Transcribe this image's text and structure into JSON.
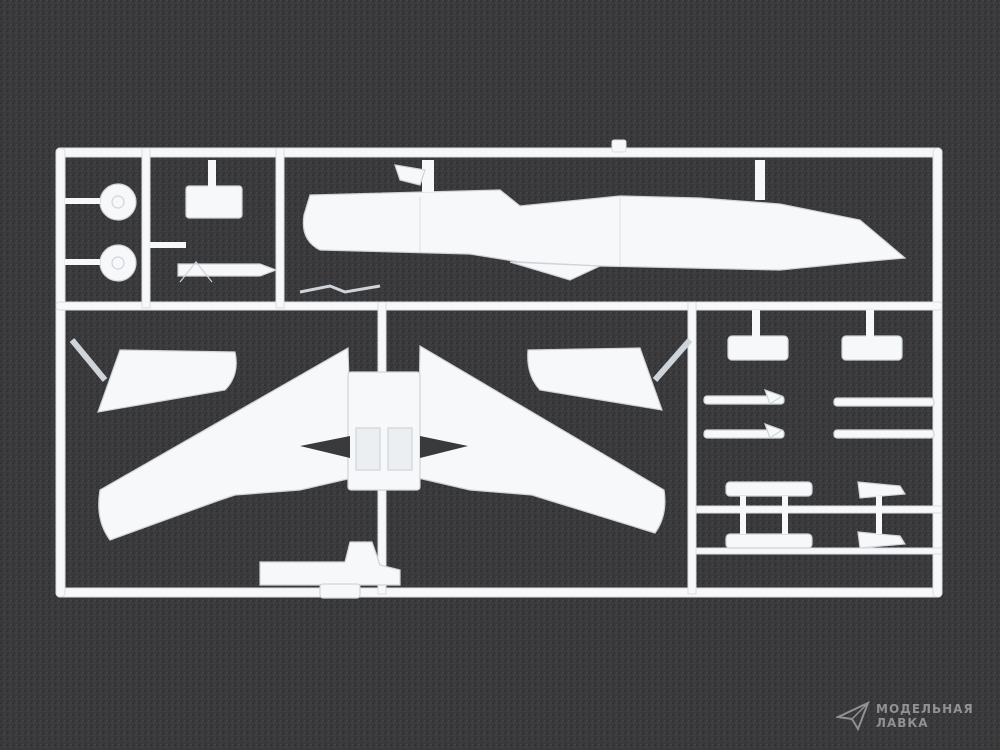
{
  "scene": {
    "subject": "plastic-model-kit-sprue",
    "background_color": "#3a3a3d",
    "plastic_color": "#f7f8fa",
    "plastic_shadow_color": "#d9dde2"
  },
  "watermark": {
    "line1": "МОДЕЛЬНАЯ",
    "line2": "ЛАВКА",
    "icon": "paper-plane-logo-icon"
  }
}
